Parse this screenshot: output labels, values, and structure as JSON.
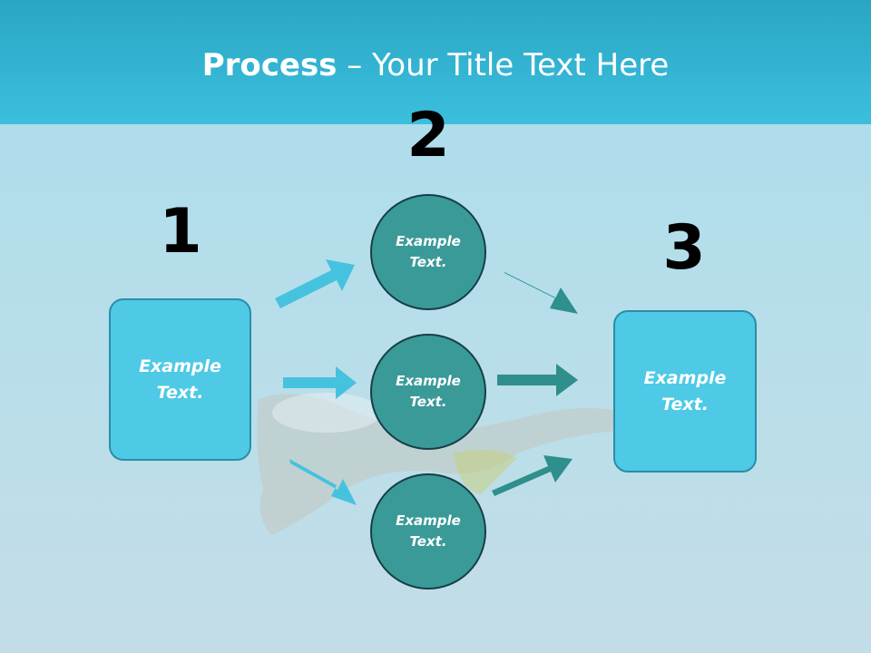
{
  "title": {
    "strong": "Process",
    "rest": " – Your Title Text Here"
  },
  "numbers": {
    "one": "1",
    "two": "2",
    "three": "3"
  },
  "step1": {
    "label": "Example Text."
  },
  "circles": [
    {
      "label": "Example Text."
    },
    {
      "label": "Example Text."
    },
    {
      "label": "Example Text."
    }
  ],
  "step3": {
    "label": "Example Text."
  },
  "colors": {
    "title_band": "#3bbfdd",
    "box_fill": "#4ec9e6",
    "circle_fill": "#3a9a98",
    "arrow_light": "#45c2de",
    "arrow_dark": "#2e8f8d"
  }
}
